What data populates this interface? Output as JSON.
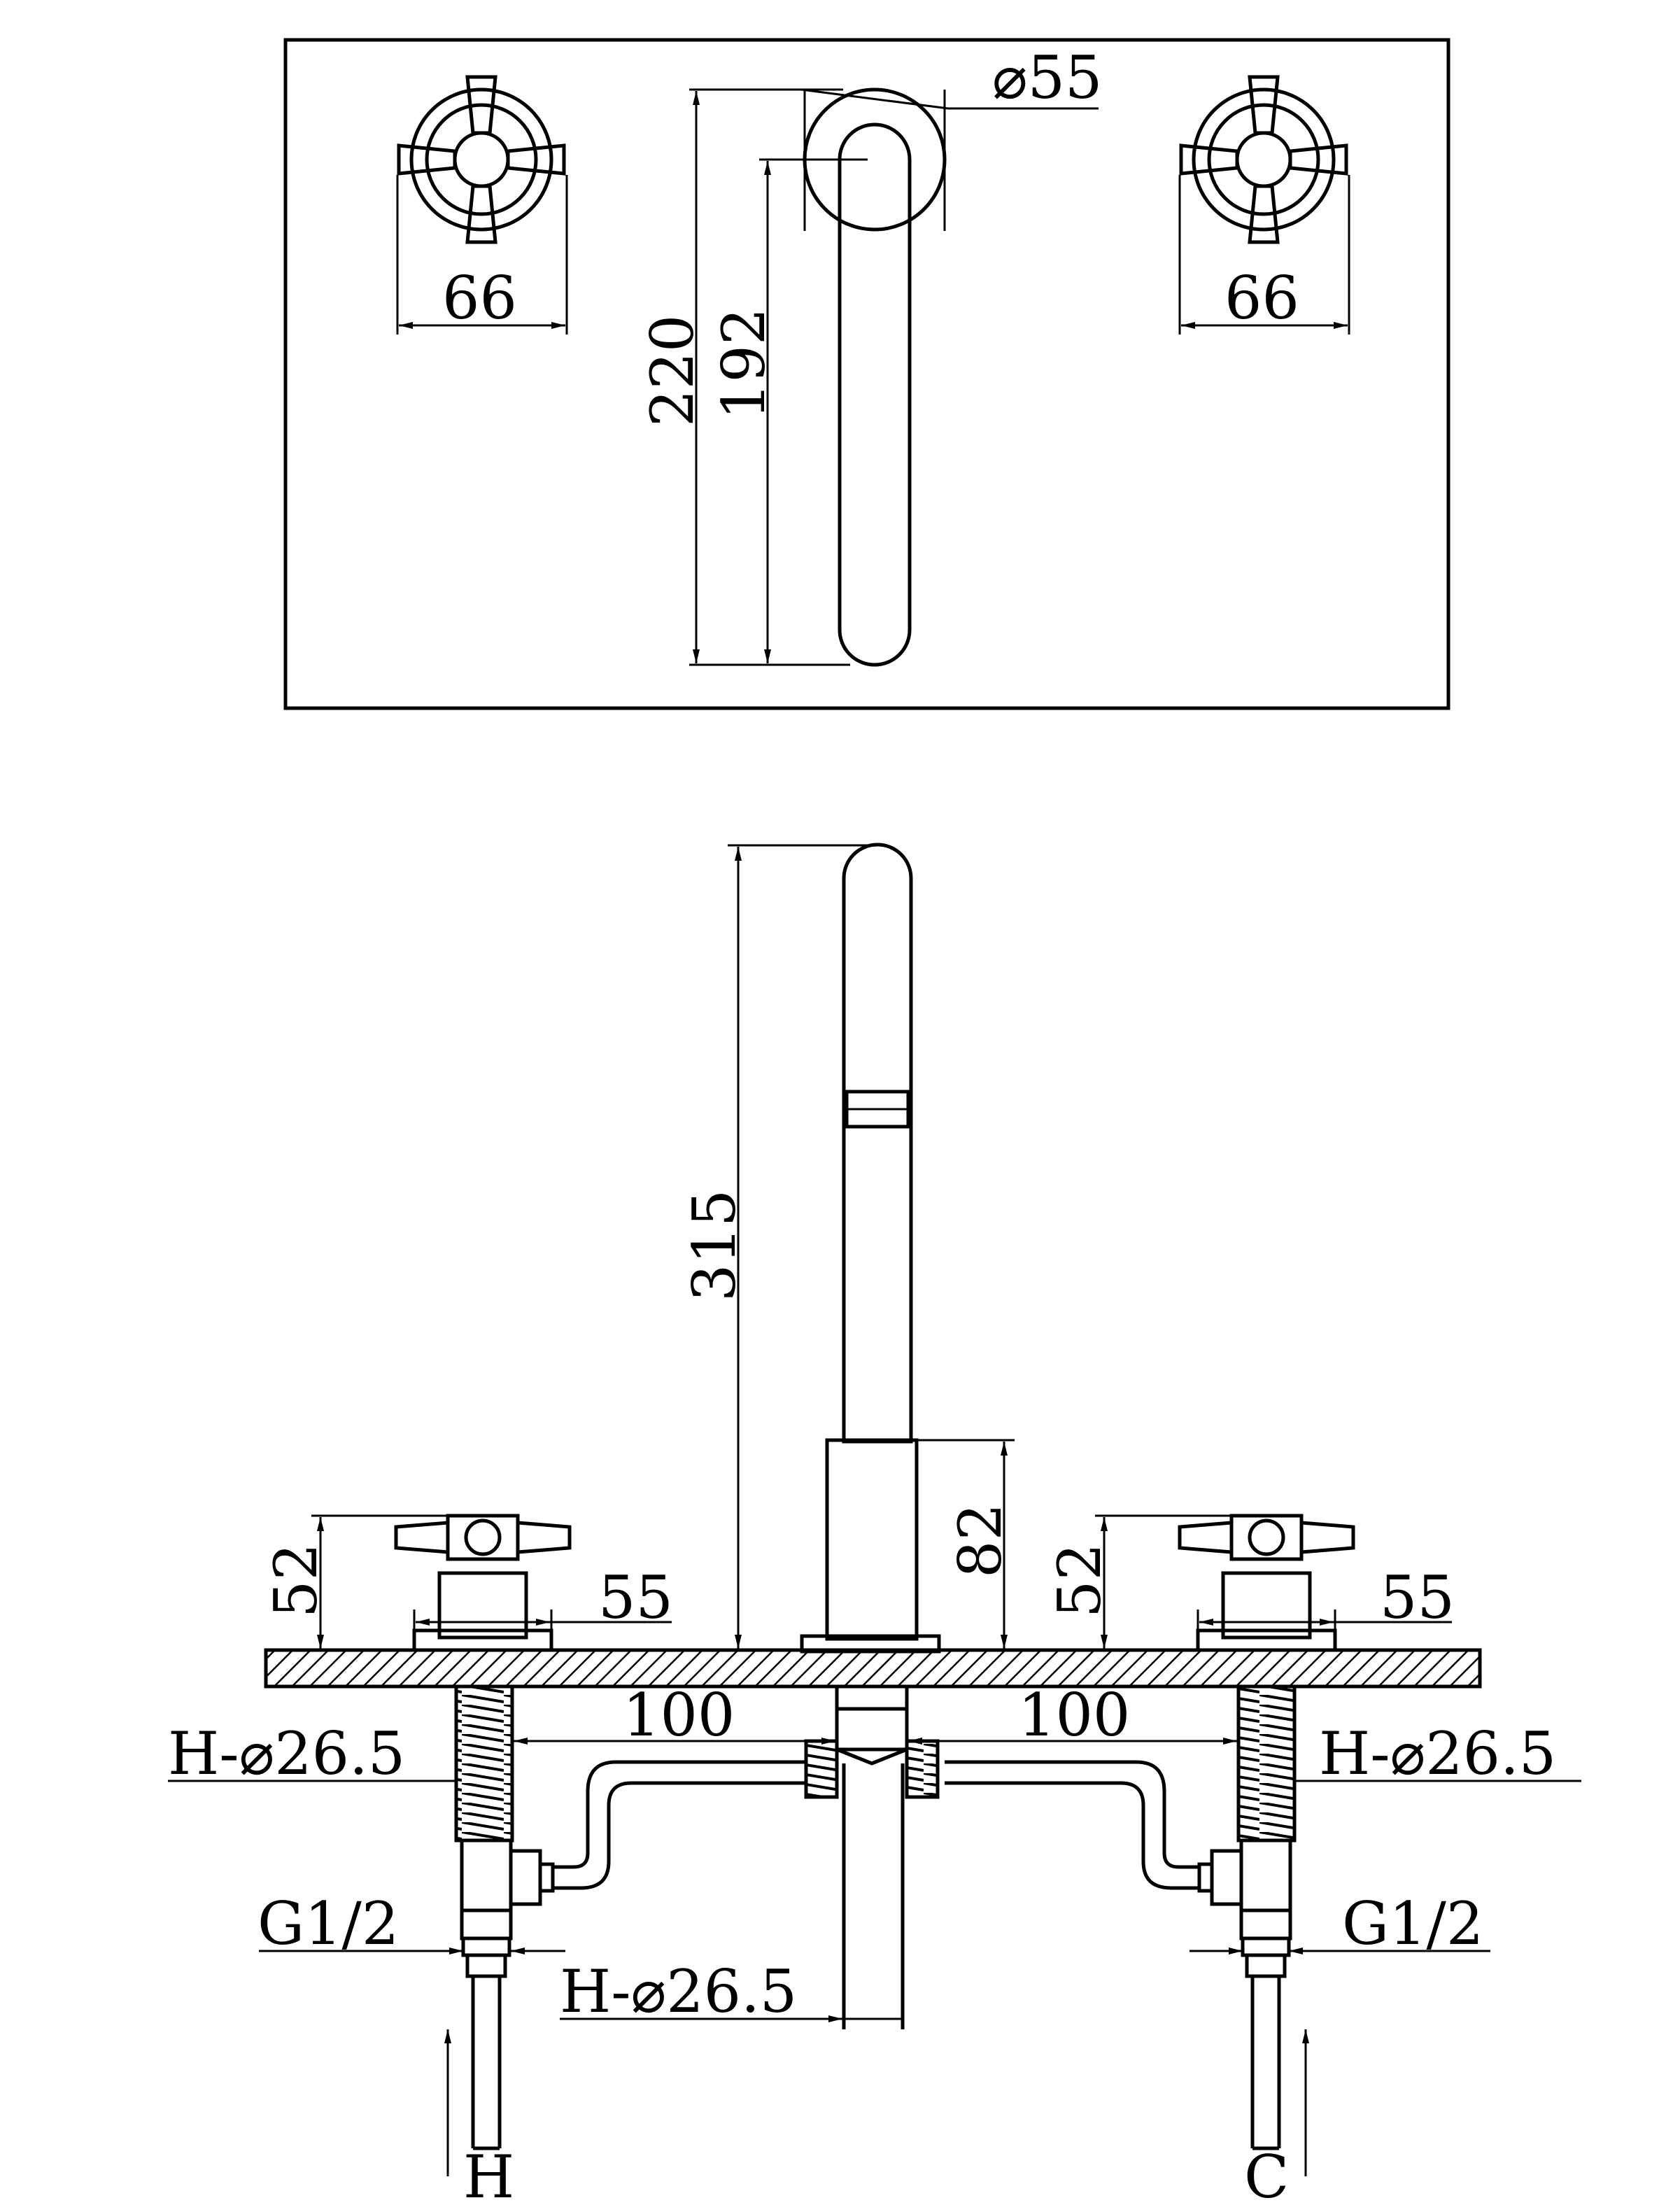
{
  "top_view": {
    "spout_diameter": "⌀55",
    "left_handle_width": "66",
    "right_handle_width": "66",
    "overall_depth": "220",
    "spout_reach": "192"
  },
  "front_view": {
    "spout_height": "315",
    "body_height": "82",
    "left_handle_height": "52",
    "right_handle_height": "52",
    "left_flange_diameter": "55",
    "right_flange_diameter": "55",
    "left_spacing": "100",
    "right_spacing": "100",
    "left_hole_diameter": "H-⌀26.5",
    "right_hole_diameter": "H-⌀26.5",
    "center_hole_diameter": "H-⌀26.5",
    "left_thread": "G1/2",
    "right_thread": "G1/2",
    "hot_label": "H",
    "cold_label": "C"
  },
  "colors": {
    "line": "#000000",
    "background": "#ffffff"
  }
}
